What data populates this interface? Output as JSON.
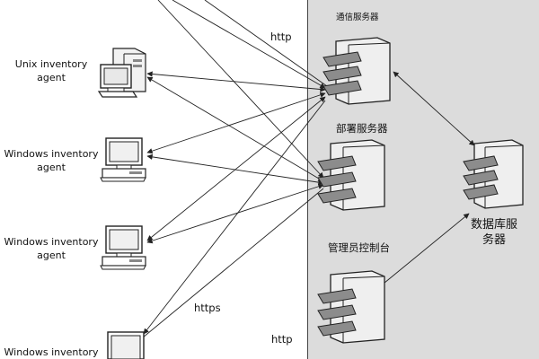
{
  "diagram": {
    "agents": [
      {
        "label_line1": "Unix inventory",
        "label_line2": "agent",
        "icon": "unix-workstation-icon"
      },
      {
        "label_line1": "Windows inventory",
        "label_line2": "agent",
        "icon": "windows-pc-icon"
      },
      {
        "label_line1": "Windows inventory",
        "label_line2": "agent",
        "icon": "windows-pc-icon"
      },
      {
        "label_line1": "Windows inventory",
        "label_line2": "",
        "icon": "windows-pc-icon"
      }
    ],
    "protocols": {
      "http_top": "http",
      "https": "https",
      "http_bottom": "http"
    },
    "servers": {
      "communication": {
        "label": "通信服务器",
        "icon": "server-tower-icon"
      },
      "deployment": {
        "label": "部署服务器",
        "icon": "server-tower-icon"
      },
      "admin_console": {
        "label": "管理员控制台",
        "icon": "server-tower-icon"
      },
      "database": {
        "label_line1": "数据库服",
        "label_line2": "务器",
        "icon": "server-tower-icon"
      }
    },
    "colors": {
      "server_zone": "#dcdcdc",
      "line": "#222222",
      "tower_body": "#efefef",
      "tower_drawer": "#8c8c8c"
    }
  }
}
